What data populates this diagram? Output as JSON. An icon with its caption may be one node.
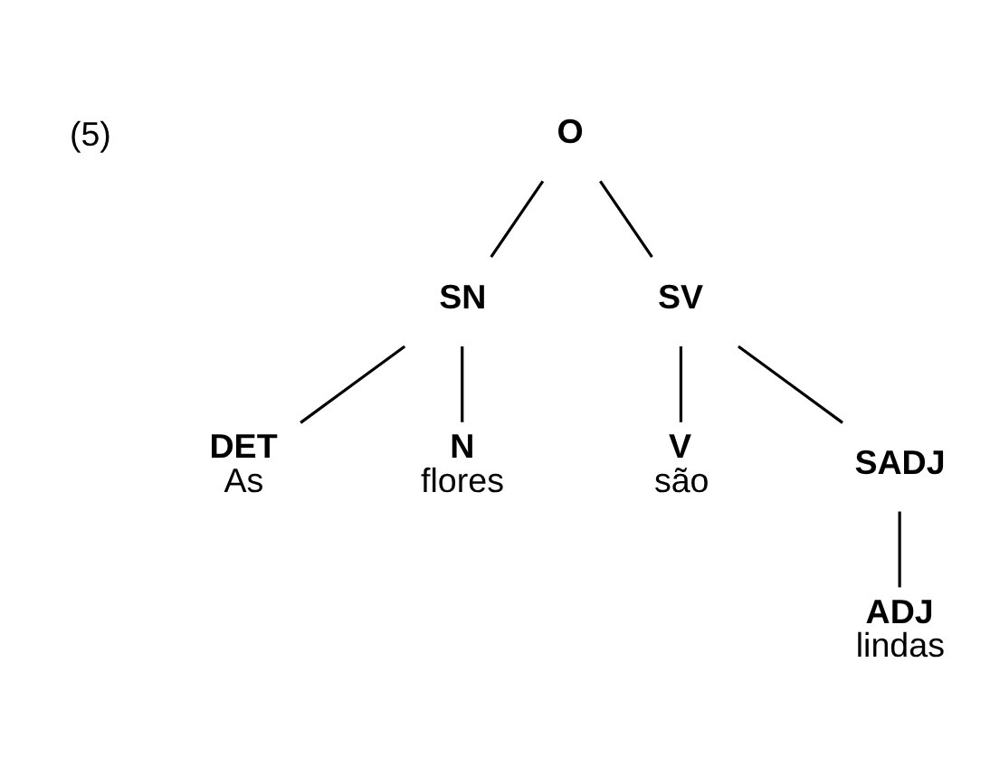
{
  "diagram": {
    "nodes": [
      {
        "text": [
          "O"
        ]
      },
      {
        "text": [
          "SN"
        ]
      },
      {
        "text": [
          "SV"
        ]
      },
      {
        "text": [
          "DET",
          "As"
        ]
      },
      {
        "text": [
          "N",
          "flores"
        ]
      },
      {
        "text": [
          "V",
          "são"
        ]
      },
      {
        "text": [
          "SADJ"
        ]
      },
      {
        "text": [
          "ADJ",
          "lindas"
        ]
      }
    ],
    "edges": [
      {
        "from": 0,
        "to": 1,
        "arrow": "none"
      },
      {
        "from": 0,
        "to": 2,
        "arrow": "none"
      },
      {
        "from": 1,
        "to": 3,
        "arrow": "none"
      },
      {
        "from": 1,
        "to": 4,
        "arrow": "none"
      },
      {
        "from": 2,
        "to": 5,
        "arrow": "none"
      },
      {
        "from": 2,
        "to": 6,
        "arrow": "none"
      },
      {
        "from": 6,
        "to": 7,
        "arrow": "none"
      }
    ],
    "labels": [
      "(5)"
    ]
  }
}
